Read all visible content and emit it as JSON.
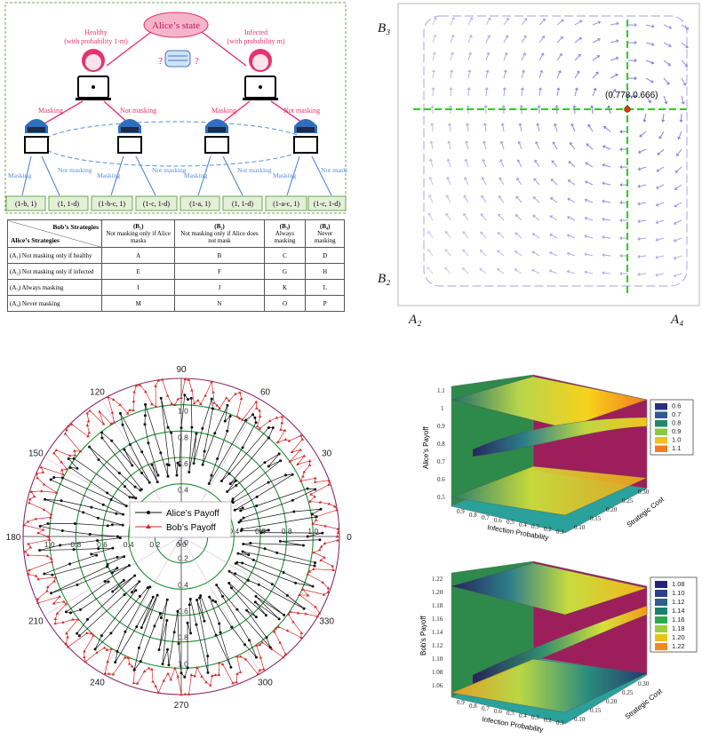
{
  "game_tree": {
    "root_label": "Alice’s state",
    "healthy_label": "Healthy",
    "healthy_prob": "(with probability 1-m)",
    "infected_label": "Infected",
    "infected_prob": "(with probability m)",
    "question_mark": "?",
    "alice_actions": [
      "Masking",
      "Not masking",
      "Masking",
      "Not masking"
    ],
    "bob_actions": [
      "Masking",
      "Not masking",
      "Masking",
      "Not masking",
      "Masking",
      "Not masking",
      "Masking",
      "Not masking"
    ],
    "payoffs": [
      "(1-b, 1)",
      "(1, 1-d)",
      "(1-b-c, 1)",
      "(1-c, 1-d)",
      "(1-a, 1)",
      "(1, 1-d)",
      "(1-a-c, 1)",
      "(1-c, 1-d)"
    ],
    "colors": {
      "alice": "#e6336e",
      "bob": "#5b8fd6",
      "root_fill": "#f5b4c8",
      "payoff_fill": "#e4efd8"
    }
  },
  "strategy_table": {
    "corner_top": "Bob’s Strategies",
    "corner_bottom": "Alice’s Strategies",
    "columns": [
      {
        "id": "(B₁)",
        "desc": "Not masking only if Alice masks"
      },
      {
        "id": "(B₂)",
        "desc": "Not masking only if Alice does not mask"
      },
      {
        "id": "(B₃)",
        "desc": "Always masking"
      },
      {
        "id": "(B₄)",
        "desc": "Never masking"
      }
    ],
    "rows": [
      {
        "label": "(A₁) Not masking only if healthy",
        "cells": [
          "A",
          "B",
          "C",
          "D"
        ]
      },
      {
        "label": "(A₂) Not masking only if infected",
        "cells": [
          "E",
          "F",
          "G",
          "H"
        ]
      },
      {
        "label": "(A₃) Always masking",
        "cells": [
          "I",
          "J",
          "K",
          "L"
        ]
      },
      {
        "label": "(A₄) Never masking",
        "cells": [
          "M",
          "N",
          "O",
          "P"
        ]
      }
    ]
  },
  "phase_portrait": {
    "y_top": "B₃",
    "y_bottom": "B₂",
    "x_left": "A₂",
    "x_right": "A₄",
    "point_label": "(0.778,0.666)",
    "colors": {
      "guide": "#2ecc1f",
      "point": "#e03a1a",
      "arrow": "#7a72d8"
    }
  },
  "chart_data": [
    {
      "type": "polar-line",
      "angular_ticks": [
        "0",
        "30",
        "60",
        "90",
        "120",
        "150",
        "180",
        "210",
        "240",
        "270",
        "300",
        "330"
      ],
      "radial_ticks": [
        "0.0",
        "0.2",
        "0.4",
        "0.6",
        "0.8",
        "1.0"
      ],
      "rlim": [
        0,
        1.2
      ],
      "legend_placement": "center",
      "series": [
        {
          "name": "Alice’s Payoff",
          "color": "#111111",
          "marker": "circle",
          "radius_range": [
            0.45,
            1.08
          ]
        },
        {
          "name": "Bob’s Payoff",
          "color": "#d62a2a",
          "marker": "triangle",
          "radius_range": [
            1.0,
            1.2
          ]
        }
      ]
    },
    {
      "type": "surface3d",
      "zlabel": "Alice's Payoff",
      "xlabel": "Infection Probability",
      "ylabel": "Strategic Cost",
      "x_ticks": [
        "0.9",
        "0.8",
        "0.7",
        "0.6",
        "0.5",
        "0.4",
        "0.3",
        "0.2",
        "0.1"
      ],
      "y_ticks": [
        "0.10",
        "0.15",
        "0.20",
        "0.25",
        "0.30"
      ],
      "z_ticks": [
        "0.5",
        "0.6",
        "0.7",
        "0.8",
        "0.9",
        "1",
        "1.1"
      ],
      "colorbar": [
        "0.6",
        "0.7",
        "0.8",
        "0.9",
        "1.0",
        "1.1"
      ],
      "colorbar_colors": [
        "#2a2f7a",
        "#2d5d8f",
        "#1f8a6a",
        "#8ec63f",
        "#f2c01c",
        "#f47c1e"
      ]
    },
    {
      "type": "surface3d",
      "zlabel": "Bob's Payoff",
      "xlabel": "Infection Probability",
      "ylabel": "Strategic Cost",
      "x_ticks": [
        "0.9",
        "0.8",
        "0.7",
        "0.6",
        "0.5",
        "0.4",
        "0.3",
        "0.2",
        "0.1"
      ],
      "y_ticks": [
        "0.10",
        "0.15",
        "0.20",
        "0.25",
        "0.30"
      ],
      "z_ticks": [
        "1.06",
        "1.08",
        "1.10",
        "1.12",
        "1.14",
        "1.16",
        "1.18",
        "1.20",
        "1.22"
      ],
      "colorbar": [
        "1.08",
        "1.10",
        "1.12",
        "1.14",
        "1.16",
        "1.18",
        "1.20",
        "1.22"
      ],
      "colorbar_colors": [
        "#262670",
        "#2c3f8a",
        "#2e5f8f",
        "#1e7f6f",
        "#2fa84c",
        "#9ccd3a",
        "#e8c31c",
        "#f28a1b"
      ]
    }
  ]
}
